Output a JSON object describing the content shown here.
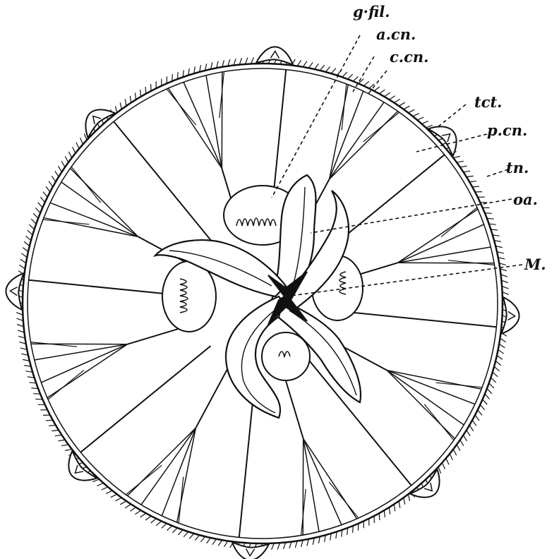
{
  "figure": {
    "labels": {
      "g_fil": "g·fil.",
      "a_cn": "a.cn.",
      "c_cn": "c.cn.",
      "tct": "tct.",
      "p_cn": "p.cn.",
      "tn": "tn.",
      "oa": "oa.",
      "M": "M."
    },
    "colors": {
      "ink": "#111111",
      "paper": "#ffffff"
    }
  }
}
